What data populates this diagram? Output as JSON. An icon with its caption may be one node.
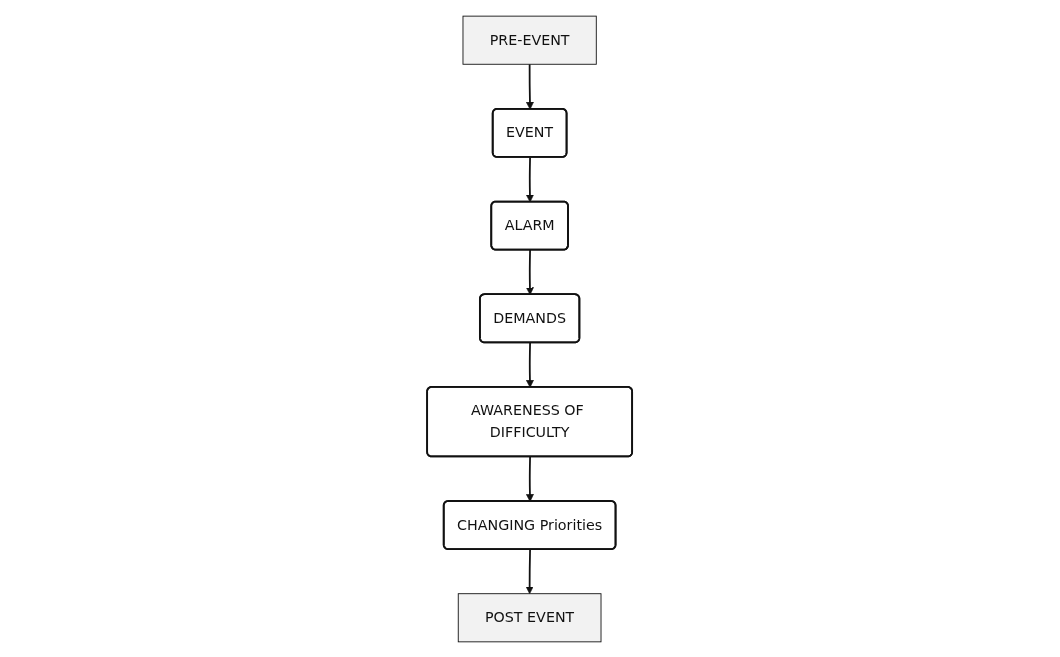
{
  "diagram": {
    "nodes": [
      {
        "text": [
          "PRE-EVENT"
        ]
      },
      {
        "text": [
          "EVENT"
        ]
      },
      {
        "text": [
          "ALARM"
        ]
      },
      {
        "text": [
          "DEMANDS"
        ]
      },
      {
        "text": [
          "AWARENESS OF DIFFICULTY"
        ]
      },
      {
        "text": [
          "CHANGING Priorities"
        ]
      },
      {
        "text": [
          "POST EVENT"
        ]
      }
    ],
    "edges": [
      {
        "from": 0,
        "to": 1,
        "arrow": "to"
      },
      {
        "from": 1,
        "to": 2,
        "arrow": "to"
      },
      {
        "from": 2,
        "to": 3,
        "arrow": "to"
      },
      {
        "from": 3,
        "to": 4,
        "arrow": "to"
      },
      {
        "from": 4,
        "to": 5,
        "arrow": "to"
      },
      {
        "from": 5,
        "to": 6,
        "arrow": "to"
      }
    ]
  }
}
